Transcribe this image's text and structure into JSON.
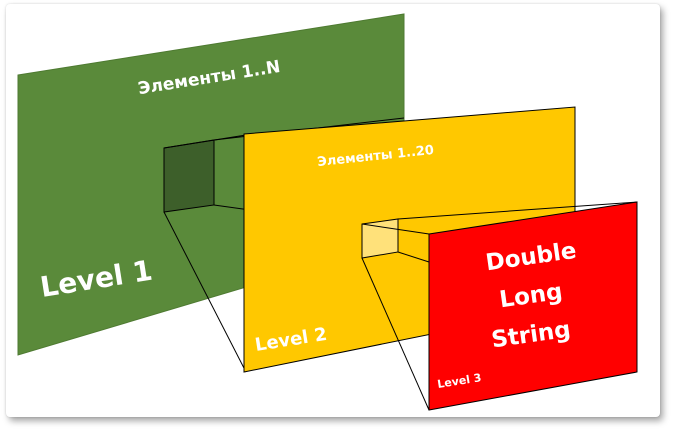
{
  "diagram": {
    "colors": {
      "level1": "#5a8a3a",
      "level1_window": "#3d5f2a",
      "level2": "#ffc800",
      "level2_window": "#ffe17a",
      "level3": "#ff0000",
      "text": "#ffffff",
      "outline": "#000000"
    },
    "level1": {
      "header": "Элементы 1..N",
      "label": "Level 1"
    },
    "level2": {
      "header": "Элементы 1..20",
      "label": "Level 2"
    },
    "level3": {
      "line1": "Double",
      "line2": "Long",
      "line3": "String",
      "label": "Level 3"
    }
  }
}
